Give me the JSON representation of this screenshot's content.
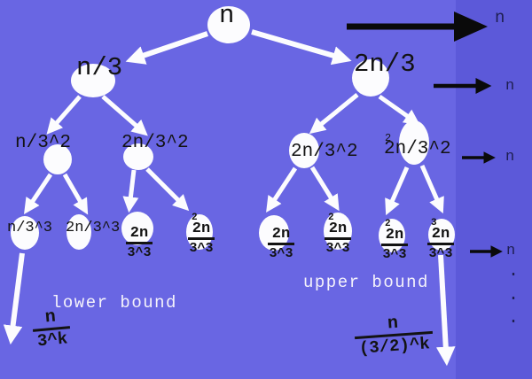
{
  "colors": {
    "background": "#6966e3",
    "right_band": "#5c59d9",
    "node_fill": "#fcfcfe",
    "tree_text": "#131313",
    "sum_text": "#1e1e50",
    "bound_text": "#f5f3fb",
    "arrow_black": "#0a0a0a",
    "arrow_white": "#fcfcfe"
  },
  "tree": {
    "root": {
      "label": "n"
    },
    "level2": [
      {
        "label": "n/3"
      },
      {
        "label": "2n/3"
      }
    ],
    "level3": [
      {
        "sup": "",
        "label": "n/3^2"
      },
      {
        "sup": "",
        "label": "2n/3^2"
      },
      {
        "sup": "",
        "label": "2n/3^2"
      },
      {
        "sup": "2",
        "label": "2n/3^2"
      }
    ],
    "level4_plain": [
      {
        "label": "n/3^3"
      },
      {
        "label": "2n/3^3"
      }
    ],
    "level4_fractions": [
      {
        "sup": "",
        "num": "2n",
        "den": "3^3"
      },
      {
        "sup": "2",
        "num": "2n",
        "den": "3^3"
      },
      {
        "sup": "",
        "num": "2n",
        "den": "3^3"
      },
      {
        "sup": "2",
        "num": "2n",
        "den": "3^3"
      },
      {
        "sup": "2",
        "num": "2n",
        "den": "3^3"
      },
      {
        "sup": "3",
        "num": "2n",
        "den": "3^3"
      }
    ]
  },
  "level_sums": {
    "labels": [
      "n",
      "n",
      "n",
      "n"
    ],
    "dot": "."
  },
  "bounds": {
    "lower": {
      "title": "lower bound",
      "num": "n",
      "den": "3^k"
    },
    "upper": {
      "title": "upper bound",
      "num": "n",
      "den": "(3/2)^k"
    }
  }
}
